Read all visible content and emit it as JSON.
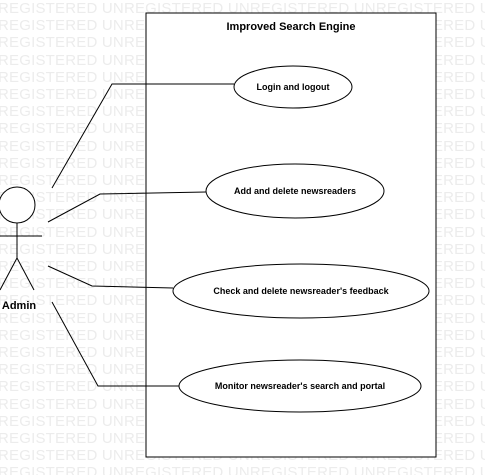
{
  "watermark": {
    "text": "REGISTERED UNREGISTERED UNREGISTERED UNREGISTERED UNREGISTERED UNREGISTERED"
  },
  "system": {
    "title": "Improved Search Engine"
  },
  "actor": {
    "name": "Admin"
  },
  "use_cases": [
    {
      "label": "Login and logout"
    },
    {
      "label": "Add and delete newsreaders"
    },
    {
      "label": "Check and delete newsreader's feedback"
    },
    {
      "label": "Monitor newsreader's search and portal"
    }
  ]
}
